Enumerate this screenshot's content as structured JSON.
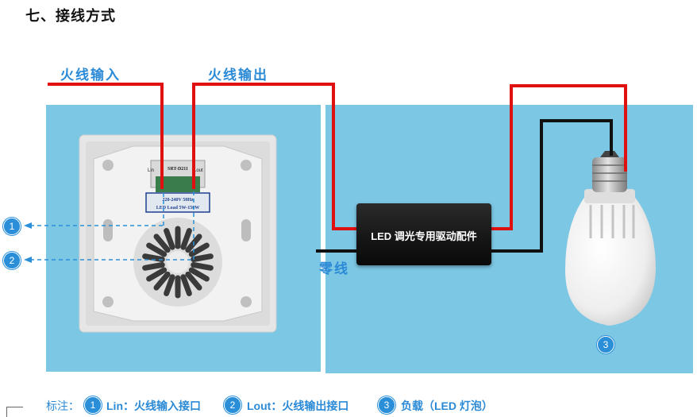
{
  "heading": "七、接线方式",
  "wire_labels": {
    "live_in": "火线输入",
    "live_out": "火线输出",
    "neutral": "零线"
  },
  "switch_panel": {
    "model_label": "SRT-D211",
    "spec_line_1": "220-240V 50Hz",
    "spec_line_2": "LED Load 5W-150W",
    "terminal_left": "Lin",
    "terminal_right": "Lout"
  },
  "driver_label": "LED 调光专用驱动配件",
  "callouts": [
    "1",
    "2",
    "3"
  ],
  "legend": {
    "prefix": "标注：",
    "items": [
      {
        "number": "1",
        "text": "Lin：火线输入接口"
      },
      {
        "number": "2",
        "text": "Lout：火线输出接口"
      },
      {
        "number": "3",
        "text": "负载（LED 灯泡）"
      }
    ]
  },
  "colors": {
    "live_wire": "#e01010",
    "neutral_wire": "#111111",
    "panel_bg": "#7cc7e4",
    "accent": "#2a8fd8"
  }
}
